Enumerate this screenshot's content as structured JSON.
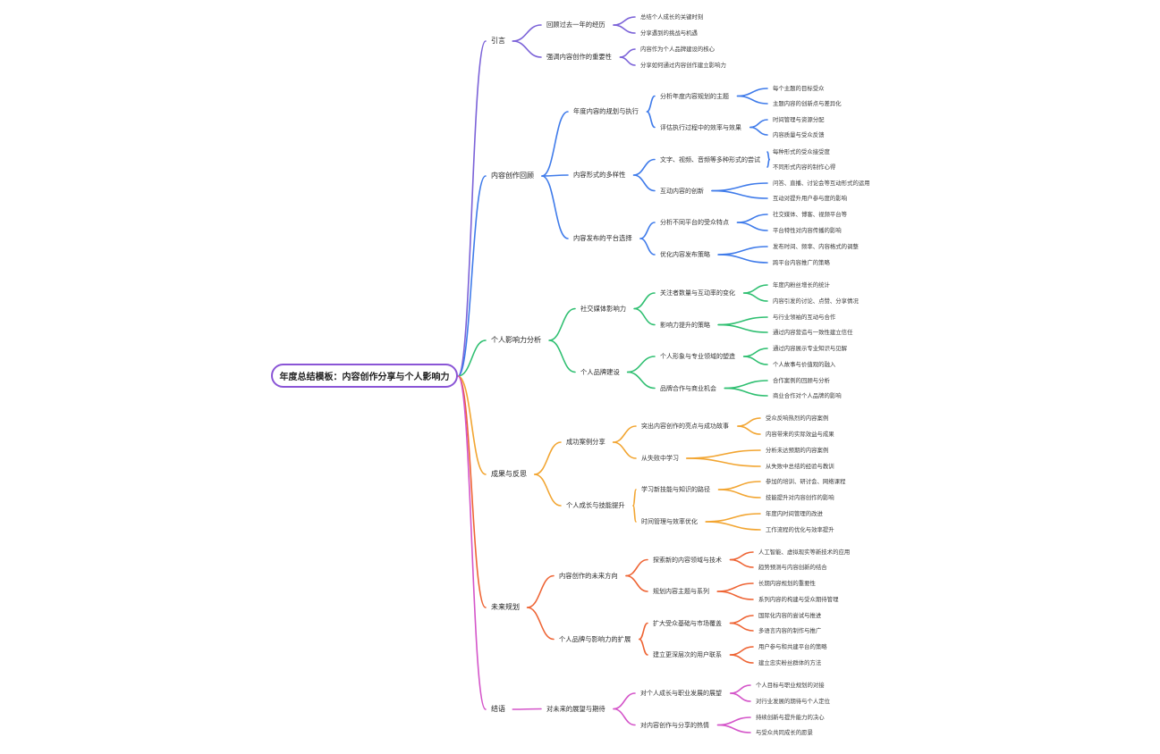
{
  "mindmap": {
    "root": "年度总结模板：内容创作分享与个人影响力",
    "colors": {
      "intro": "#7b62d8",
      "content": "#3f7bea",
      "influence": "#2fbf71",
      "results": "#f2a531",
      "future": "#ee6434",
      "conclusion": "#d455c9"
    },
    "branches": [
      {
        "label": "引言",
        "color": "intro",
        "children": [
          {
            "label": "回顾过去一年的经历",
            "children": [
              {
                "label": "总结个人成长的关键时刻"
              },
              {
                "label": "分享遇到的挑战与机遇"
              }
            ]
          },
          {
            "label": "强调内容创作的重要性",
            "children": [
              {
                "label": "内容作为个人品牌建设的核心"
              },
              {
                "label": "分享如何通过内容创作建立影响力"
              }
            ]
          }
        ]
      },
      {
        "label": "内容创作回顾",
        "color": "content",
        "children": [
          {
            "label": "年度内容的规划与执行",
            "children": [
              {
                "label": "分析年度内容规划的主题",
                "children": [
                  {
                    "label": "每个主题的目标受众"
                  },
                  {
                    "label": "主题内容的创新点与差异化"
                  }
                ]
              },
              {
                "label": "评估执行过程中的效率与效果",
                "children": [
                  {
                    "label": "时间管理与资源分配"
                  },
                  {
                    "label": "内容质量与受众反馈"
                  }
                ]
              }
            ]
          },
          {
            "label": "内容形式的多样性",
            "children": [
              {
                "label": "文字、视频、音频等多种形式的尝试",
                "children": [
                  {
                    "label": "每种形式的受众接受度"
                  },
                  {
                    "label": "不同形式内容的制作心得"
                  }
                ]
              },
              {
                "label": "互动内容的创新",
                "children": [
                  {
                    "label": "问答、直播、讨论会等互动形式的运用"
                  },
                  {
                    "label": "互动对提升用户参与度的影响"
                  }
                ]
              }
            ]
          },
          {
            "label": "内容发布的平台选择",
            "children": [
              {
                "label": "分析不同平台的受众特点",
                "children": [
                  {
                    "label": "社交媒体、博客、视频平台等"
                  },
                  {
                    "label": "平台特性对内容传播的影响"
                  }
                ]
              },
              {
                "label": "优化内容发布策略",
                "children": [
                  {
                    "label": "发布时间、频率、内容格式的调整"
                  },
                  {
                    "label": "跨平台内容推广的策略"
                  }
                ]
              }
            ]
          }
        ]
      },
      {
        "label": "个人影响力分析",
        "color": "influence",
        "children": [
          {
            "label": "社交媒体影响力",
            "children": [
              {
                "label": "关注者数量与互动率的变化",
                "children": [
                  {
                    "label": "年度内粉丝增长的统计"
                  },
                  {
                    "label": "内容引发的讨论、点赞、分享情况"
                  }
                ]
              },
              {
                "label": "影响力提升的策略",
                "children": [
                  {
                    "label": "与行业领袖的互动与合作"
                  },
                  {
                    "label": "通过内容营造与一致性建立信任"
                  }
                ]
              }
            ]
          },
          {
            "label": "个人品牌建设",
            "children": [
              {
                "label": "个人形象与专业领域的塑造",
                "children": [
                  {
                    "label": "通过内容展示专业知识与见解"
                  },
                  {
                    "label": "个人故事与价值观的融入"
                  }
                ]
              },
              {
                "label": "品牌合作与商业机会",
                "children": [
                  {
                    "label": "合作案例的回顾与分析"
                  },
                  {
                    "label": "商业合作对个人品牌的影响"
                  }
                ]
              }
            ]
          }
        ]
      },
      {
        "label": "成果与反思",
        "color": "results",
        "children": [
          {
            "label": "成功案例分享",
            "children": [
              {
                "label": "突出内容创作的亮点与成功故事",
                "children": [
                  {
                    "label": "受众反响热烈的内容案例"
                  },
                  {
                    "label": "内容带来的实际效益与成果"
                  }
                ]
              },
              {
                "label": "从失败中学习",
                "children": [
                  {
                    "label": "分析未达预期的内容案例"
                  },
                  {
                    "label": "从失败中总结的经验与教训"
                  }
                ]
              }
            ]
          },
          {
            "label": "个人成长与技能提升",
            "children": [
              {
                "label": "学习新技能与知识的路径",
                "children": [
                  {
                    "label": "参加的培训、研讨会、网络课程"
                  },
                  {
                    "label": "技能提升对内容创作的影响"
                  }
                ]
              },
              {
                "label": "时间管理与效率优化",
                "children": [
                  {
                    "label": "年度内时间管理的改进"
                  },
                  {
                    "label": "工作流程的优化与效率提升"
                  }
                ]
              }
            ]
          }
        ]
      },
      {
        "label": "未来规划",
        "color": "future",
        "children": [
          {
            "label": "内容创作的未来方向",
            "children": [
              {
                "label": "探索新的内容领域与技术",
                "children": [
                  {
                    "label": "人工智能、虚拟现实等新技术的应用"
                  },
                  {
                    "label": "趋势预测与内容创新的结合"
                  }
                ]
              },
              {
                "label": "规划内容主题与系列",
                "children": [
                  {
                    "label": "长期内容规划的重要性"
                  },
                  {
                    "label": "系列内容的构建与受众期待管理"
                  }
                ]
              }
            ]
          },
          {
            "label": "个人品牌与影响力的扩展",
            "children": [
              {
                "label": "扩大受众基础与市场覆盖",
                "children": [
                  {
                    "label": "国际化内容的尝试与推进"
                  },
                  {
                    "label": "多语言内容的制作与推广"
                  }
                ]
              },
              {
                "label": "建立更深层次的用户联系",
                "children": [
                  {
                    "label": "用户参与和共建平台的策略"
                  },
                  {
                    "label": "建立忠实粉丝群体的方法"
                  }
                ]
              }
            ]
          }
        ]
      },
      {
        "label": "结语",
        "color": "conclusion",
        "children": [
          {
            "label": "对未来的展望与期待",
            "children": [
              {
                "label": "对个人成长与职业发展的展望",
                "children": [
                  {
                    "label": "个人目标与职业规划的对接"
                  },
                  {
                    "label": "对行业发展的期待与个人定位"
                  }
                ]
              },
              {
                "label": "对内容创作与分享的热情",
                "children": [
                  {
                    "label": "持续创新与提升能力的决心"
                  },
                  {
                    "label": "与受众共同成长的愿景"
                  }
                ]
              }
            ]
          }
        ]
      }
    ]
  }
}
